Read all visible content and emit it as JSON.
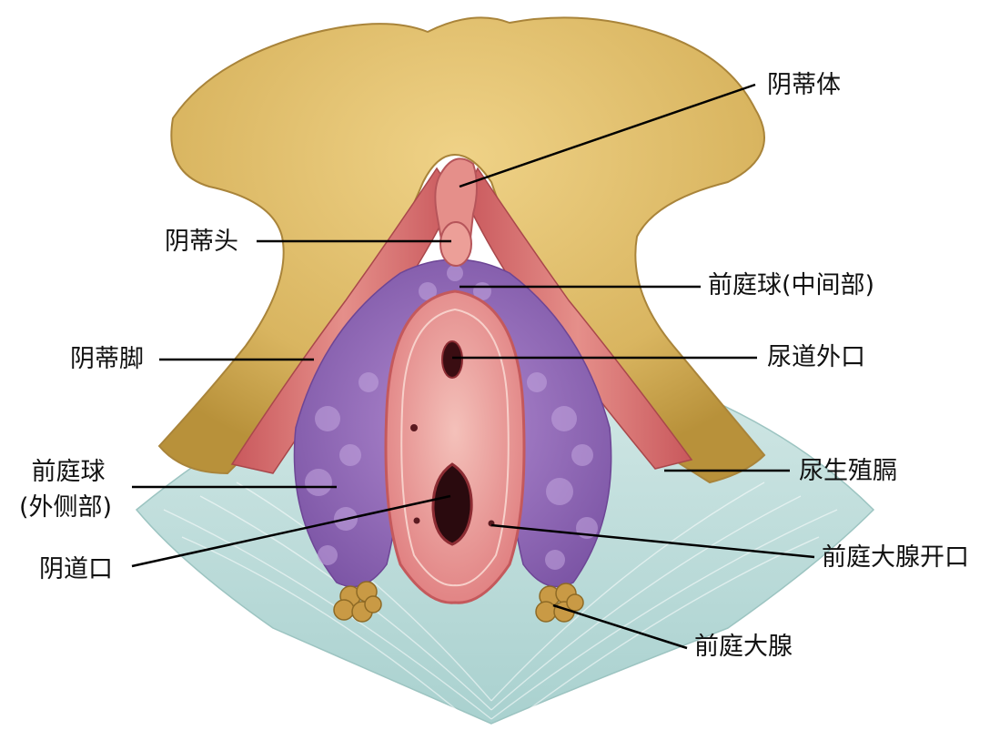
{
  "labels": {
    "clitoris_body": "阴蒂体",
    "glans_clitoris": "阴蒂头",
    "bulb_intermediate": "前庭球(中间部)",
    "crus_clitoris": "阴蒂脚",
    "external_urethral_orifice": "尿道外口",
    "bulb_lateral_line1": "前庭球",
    "bulb_lateral_line2": "(外侧部)",
    "urogenital_diaphragm": "尿生殖膈",
    "vaginal_orifice": "阴道口",
    "greater_vestibular_gland_opening": "前庭大腺开口",
    "greater_vestibular_gland": "前庭大腺"
  },
  "colors": {
    "bone": "#d9b560",
    "bone_shadow": "#b8913a",
    "muscle": "#d9706e",
    "muscle_dark": "#b94f52",
    "bulb": "#9a6fc0",
    "bulb_light": "#c3a5de",
    "membrane": "#a9d1cf",
    "membrane_light": "#d9ecea",
    "vestibule": "#e58d8c",
    "vestibule_inner": "#f2b7b0",
    "gland": "#c99a45",
    "leader": "#000000"
  }
}
